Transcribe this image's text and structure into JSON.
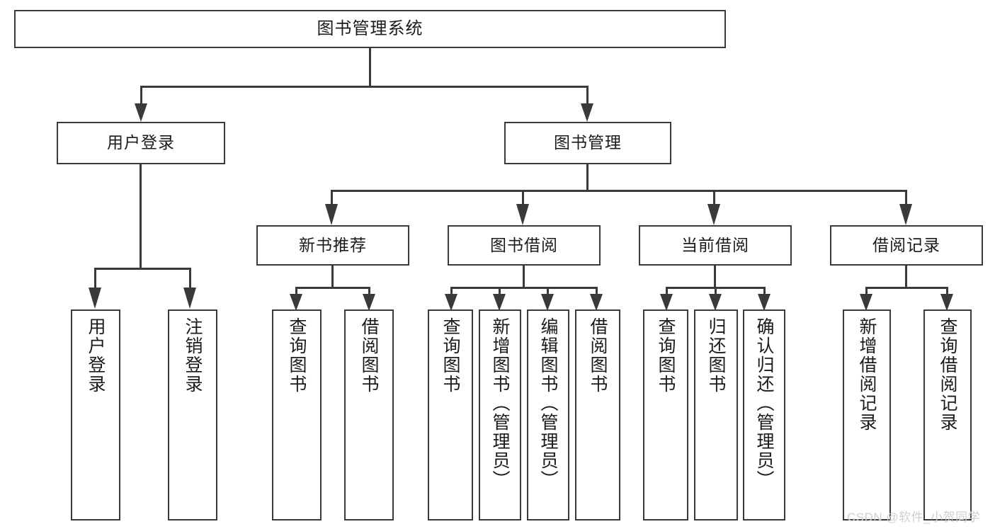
{
  "diagram": {
    "title": "图书管理系统",
    "watermark": "CSDN @软件_小贺同学",
    "root": {
      "label": "图书管理系统"
    },
    "level1": [
      {
        "label": "用户登录"
      },
      {
        "label": "图书管理"
      }
    ],
    "level2": [
      {
        "label": "新书推荐"
      },
      {
        "label": "图书借阅"
      },
      {
        "label": "当前借阅"
      },
      {
        "label": "借阅记录"
      }
    ],
    "leaves": {
      "user_login": [
        {
          "label": "用户登录"
        },
        {
          "label": "注销登录"
        }
      ],
      "new_book": [
        {
          "label": "查询图书"
        },
        {
          "label": "借阅图书"
        }
      ],
      "book_borrow": [
        {
          "label": "查询图书"
        },
        {
          "label": "新增图书（管理员）"
        },
        {
          "label": "编辑图书（管理员）"
        },
        {
          "label": "借阅图书"
        }
      ],
      "current_borrow": [
        {
          "label": "查询图书"
        },
        {
          "label": "归还图书"
        },
        {
          "label": "确认归还（管理员）"
        }
      ],
      "borrow_record": [
        {
          "label": "新增借阅记录"
        },
        {
          "label": "查询借阅记录"
        }
      ]
    }
  },
  "colors": {
    "stroke": "#3a3a3a",
    "text": "#1b1b1b",
    "background": "#ffffff",
    "watermark": "#cfcfcf"
  }
}
